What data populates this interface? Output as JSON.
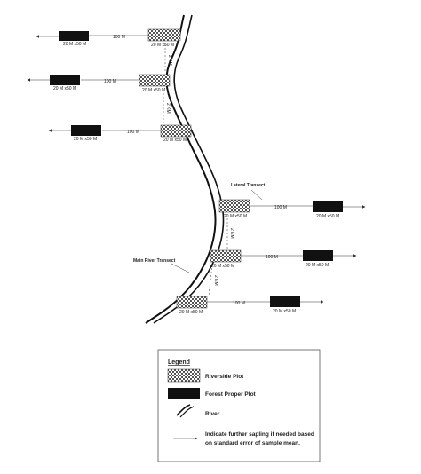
{
  "plot_size": "20 M x50 M",
  "lateral_distance": "100 M",
  "river_distance": "2 KM",
  "labels": {
    "lateral_transect": "Lateral Transect",
    "main_river_transect": "Main River Transect"
  },
  "legend": {
    "title": "Legend",
    "riverside": "Riverside Plot",
    "forest": "Forest Proper Plot",
    "river": "River",
    "arrow_line1": "Indicate further sapling if needed based",
    "arrow_line2": "on standard error of sample mean."
  }
}
